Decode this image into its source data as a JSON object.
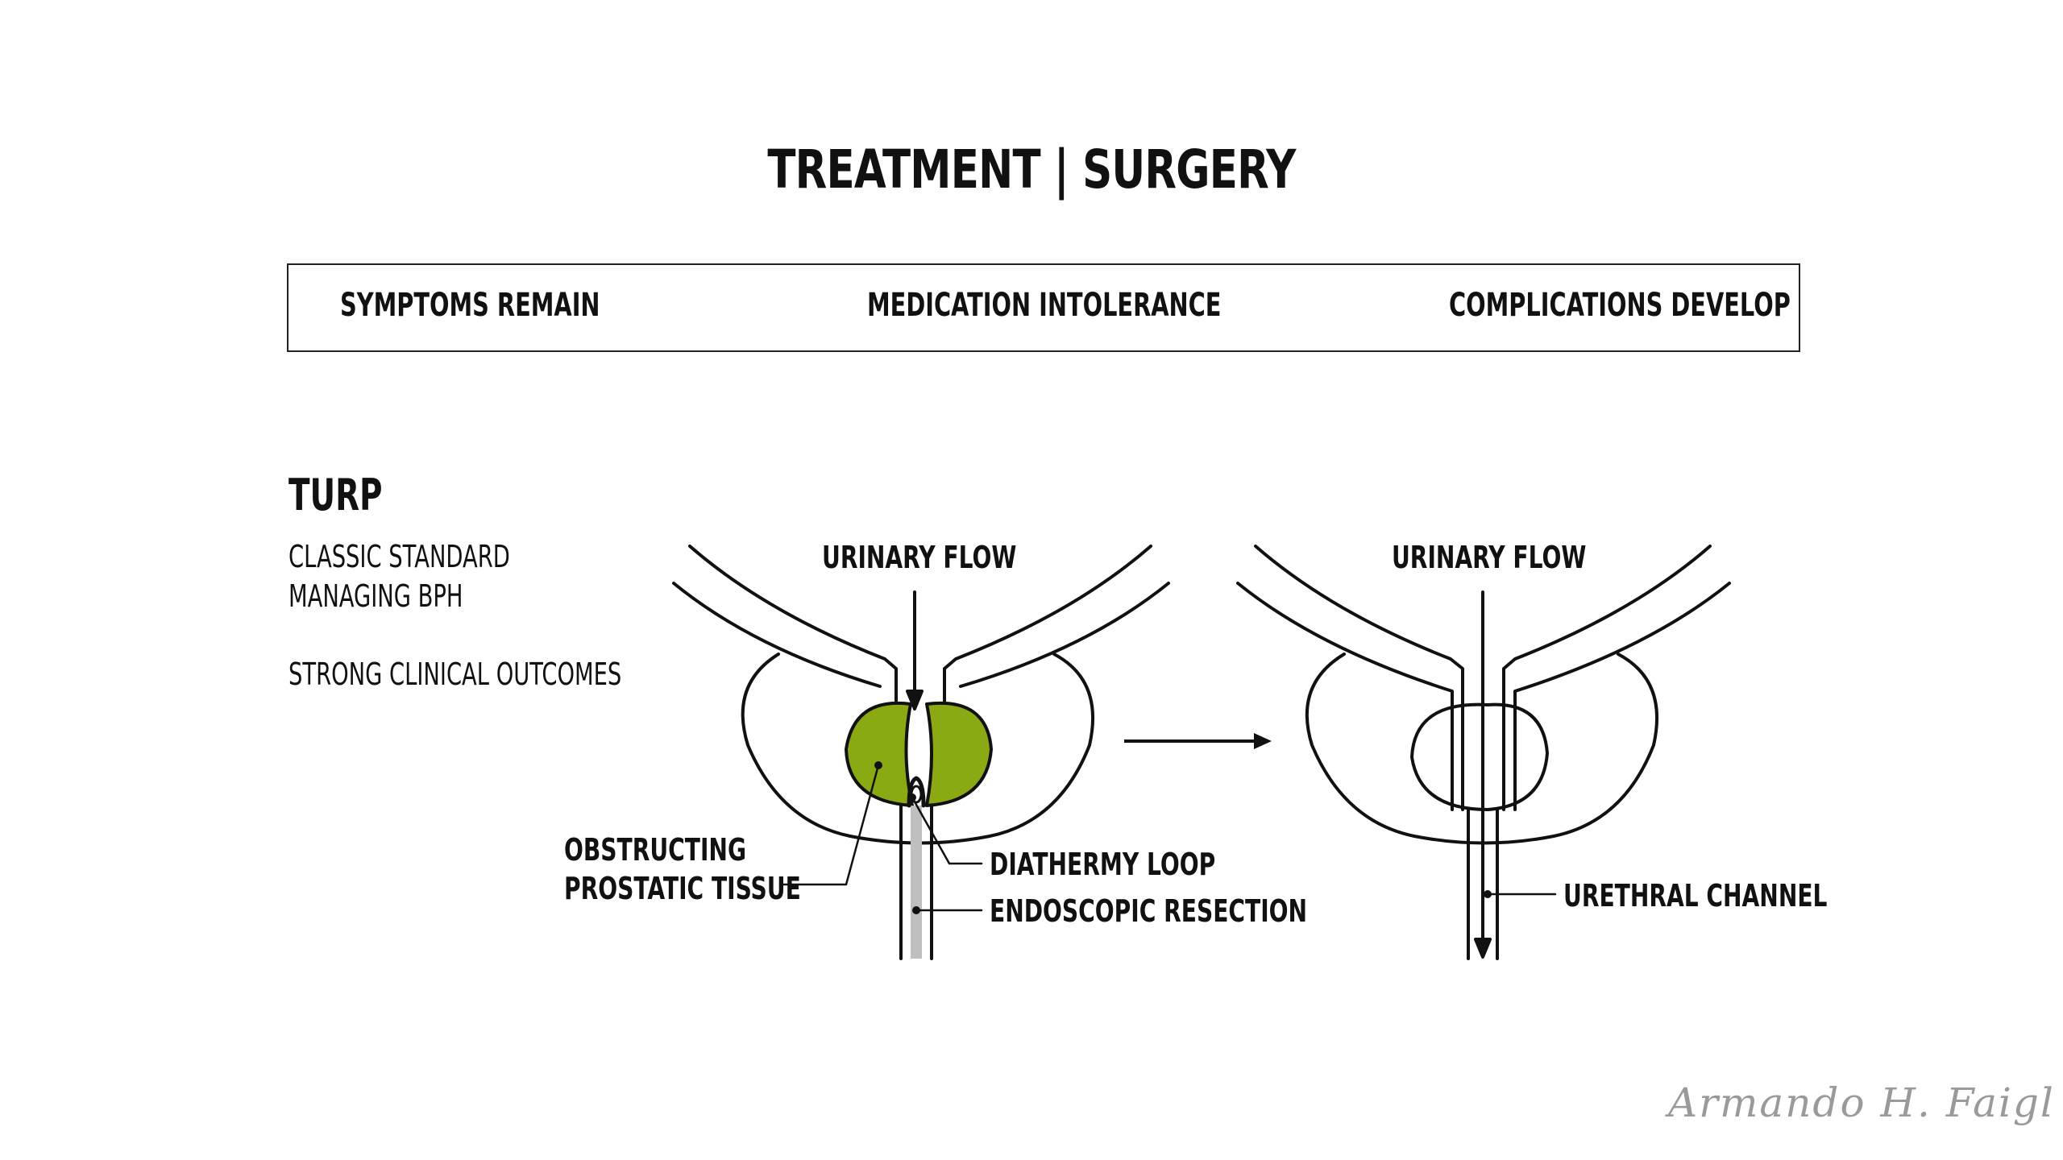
{
  "title": "TREATMENT | SURGERY",
  "criteria": [
    "SYMPTOMS REMAIN",
    "MEDICATION INTOLERANCE",
    "COMPLICATIONS DEVELOP"
  ],
  "turp": {
    "heading": "TURP",
    "line1": "CLASSIC STANDARD",
    "line2": "MANAGING BPH",
    "line3": "STRONG CLINICAL OUTCOMES"
  },
  "before": {
    "flow_label": "URINARY FLOW",
    "tissue_label_1": "OBSTRUCTING",
    "tissue_label_2": "PROSTATIC TISSUE",
    "loop_label": "DIATHERMY LOOP",
    "resection_label": "ENDOSCOPIC RESECTION"
  },
  "after": {
    "flow_label": "URINARY FLOW",
    "channel_label": "URETHRAL CHANNEL"
  },
  "colors": {
    "tissue": "#8aaa14",
    "line": "#111111",
    "scope": "#bfbfbf",
    "signature": "#9a9a9a"
  },
  "signature": "Armando H. Faigl"
}
